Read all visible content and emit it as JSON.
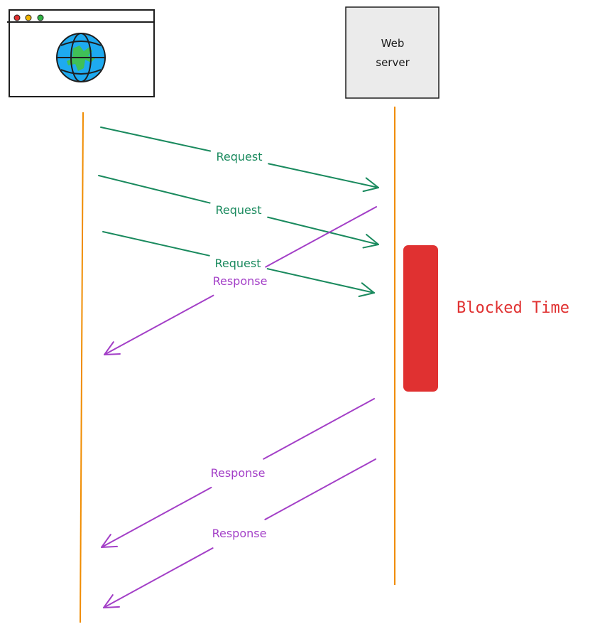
{
  "diagram": {
    "type": "sequence-diagram",
    "colors": {
      "lifeline": "#f08c00",
      "request": "#1a8a5e",
      "response": "#a33fc7",
      "blocked": "#e03131",
      "server_fill": "#ebebeb",
      "stroke": "#1e1e1e",
      "globe_ocean": "#1eaaf0",
      "globe_land": "#40c057",
      "dot_red": "#e03131",
      "dot_yellow": "#f0b400",
      "dot_green": "#2fb344"
    },
    "participants": [
      {
        "id": "browser",
        "label": "",
        "icon": "browser-globe-icon"
      },
      {
        "id": "server",
        "label_lines": [
          "Web",
          "server"
        ]
      }
    ],
    "messages": [
      {
        "kind": "request",
        "label": "Request",
        "from": "browser",
        "to": "server",
        "order": 1
      },
      {
        "kind": "request",
        "label": "Request",
        "from": "browser",
        "to": "server",
        "order": 2
      },
      {
        "kind": "request",
        "label": "Request",
        "from": "browser",
        "to": "server",
        "order": 3
      },
      {
        "kind": "response",
        "label": "Response",
        "from": "server",
        "to": "browser",
        "order": 1
      },
      {
        "kind": "response",
        "label": "Response",
        "from": "server",
        "to": "browser",
        "order": 2
      },
      {
        "kind": "response",
        "label": "Response",
        "from": "server",
        "to": "browser",
        "order": 3
      }
    ],
    "blocked": {
      "label": "Blocked Time"
    }
  }
}
